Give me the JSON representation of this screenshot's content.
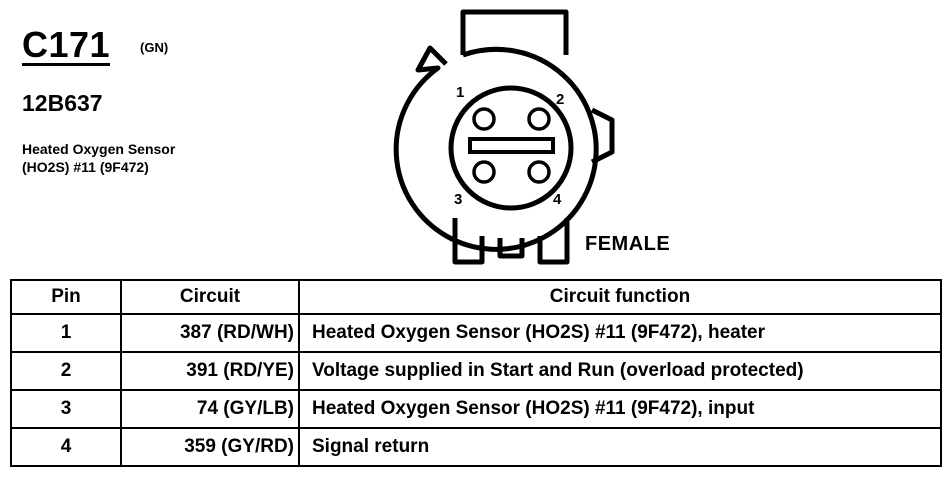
{
  "connector": {
    "id": "C171",
    "color_code": "(GN)",
    "part_number": "12B637",
    "description_lines": [
      "Heated Oxygen Sensor",
      "(HO2S) #11 (9F472)"
    ],
    "gender": "FEMALE",
    "pin_labels": [
      "1",
      "2",
      "3",
      "4"
    ]
  },
  "table": {
    "headers": {
      "pin": "Pin",
      "circuit": "Circuit",
      "function": "Circuit function"
    },
    "rows": [
      {
        "pin": "1",
        "circuit": "387 (RD/WH)",
        "function": "Heated Oxygen Sensor (HO2S) #11 (9F472), heater"
      },
      {
        "pin": "2",
        "circuit": "391 (RD/YE)",
        "function": "Voltage supplied in Start and Run (overload protected)"
      },
      {
        "pin": "3",
        "circuit": "74 (GY/LB)",
        "function": "Heated Oxygen Sensor (HO2S) #11 (9F472), input"
      },
      {
        "pin": "4",
        "circuit": "359 (GY/RD)",
        "function": "Signal return"
      }
    ]
  }
}
